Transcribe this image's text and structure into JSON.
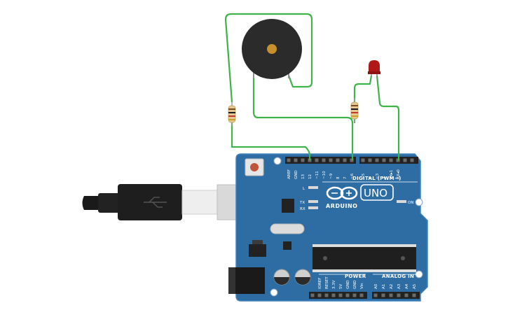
{
  "board": {
    "brand": "ARDUINO",
    "model": "UNO",
    "digital_header_label": "DIGITAL (PWM~)",
    "power_header_label": "POWER",
    "analog_header_label": "ANALOG IN",
    "led_l": "L",
    "led_tx": "TX",
    "led_rx": "RX",
    "led_on": "ON",
    "digital_pins": [
      "AREF",
      "GND",
      "13",
      "12",
      "~11",
      "~10",
      "~9",
      "8",
      "7",
      "~6",
      "~5",
      "4",
      "~3",
      "2",
      "TX▸1",
      "RX◂0"
    ],
    "power_pins": [
      "IOREF",
      "RESET",
      "3.3V",
      "5V",
      "GND",
      "GND",
      "Vin"
    ],
    "analog_pins": [
      "A0",
      "A1",
      "A2",
      "A3",
      "A4",
      "A5"
    ]
  },
  "components": {
    "buzzer": "piezo-buzzer",
    "led": "red-led",
    "resistor_left": "resistor",
    "resistor_right": "resistor",
    "usb_cable": "usb-b-cable"
  },
  "colors": {
    "board": "#2e6da4",
    "wire": "#3db34a",
    "led": "#b01818",
    "buzzer": "#2b2b2b",
    "buzzer_center": "#c8902a"
  }
}
